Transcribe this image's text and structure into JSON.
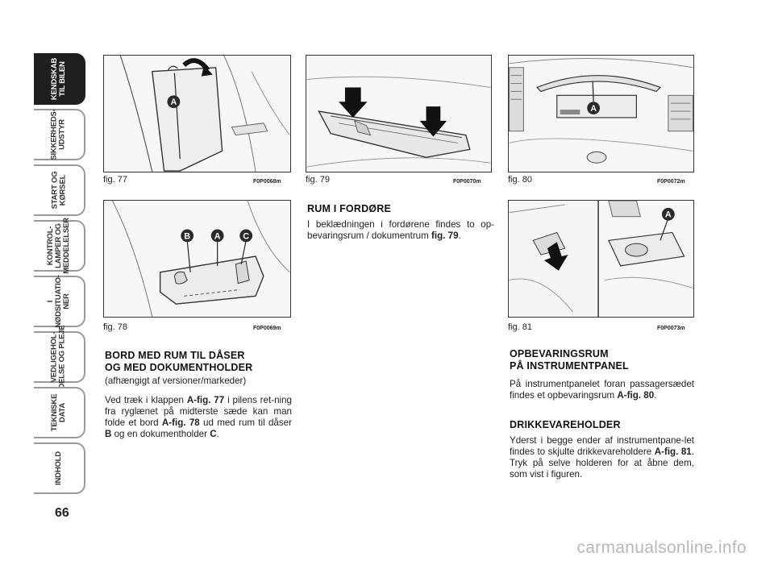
{
  "page_number": "66",
  "side_tabs": [
    {
      "label": "KENDSKAB\nTIL BILEN",
      "active": true
    },
    {
      "label": "SIKKERHEDS-\nUDSTYR",
      "active": false
    },
    {
      "label": "START OG\nKØRSEL",
      "active": false
    },
    {
      "label": "KONTROL-\nLAMPER OG\nMEDDELELSER",
      "active": false
    },
    {
      "label": "I\nNØDSITUATIO-\nNER",
      "active": false
    },
    {
      "label": "VEDLIGEHOL-\nDELSE OG PLEJE",
      "active": false
    },
    {
      "label": "TEKNISKE\nDATA",
      "active": false
    },
    {
      "label": "INDHOLD",
      "active": false
    }
  ],
  "figures": {
    "fig77": {
      "caption": "fig. 77",
      "code": "F0P0068m",
      "markers": [
        "A"
      ]
    },
    "fig78": {
      "caption": "fig. 78",
      "code": "F0P0069m",
      "markers": [
        "B",
        "A",
        "C"
      ]
    },
    "fig79": {
      "caption": "fig. 79",
      "code": "F0P0070m"
    },
    "fig80": {
      "caption": "fig. 80",
      "code": "F0P0072m",
      "markers": [
        "A"
      ]
    },
    "fig81": {
      "caption": "fig. 81",
      "code": "F0P0073m",
      "markers": [
        "A"
      ]
    }
  },
  "section_bord": {
    "title_line1": "BORD MED RUM TIL DÅSER",
    "title_line2": "OG MED DOKUMENTHOLDER",
    "subtitle": "(afhængigt af versioner/markeder)",
    "body_1": "Ved træk i klappen ",
    "ref_1": "A-fig. 77",
    "body_2": " i pilens ret-ning fra ryglænet på midterste sæde kan man folde et bord ",
    "ref_2": "A-fig. 78",
    "body_3": " ud med rum til dåser ",
    "ref_3": "B",
    "body_4": " og en dokumentholder ",
    "ref_4": "C",
    "body_5": "."
  },
  "section_rum": {
    "title": "RUM I FORDØRE",
    "body_1": "I beklædningen i fordørene findes to op-bevaringsrum / dokumentrum ",
    "ref_1": "fig. 79",
    "body_2": "."
  },
  "section_opbevaring": {
    "title_line1": "OPBEVARINGSRUM",
    "title_line2": "PÅ INSTRUMENTPANEL",
    "body_1": "På instrumentpanelet foran passagersædet findes et opbevaringsrum ",
    "ref_1": "A-fig. 80",
    "body_2": "."
  },
  "section_drikke": {
    "title": "DRIKKEVAREHOLDER",
    "body_1": "Yderst i begge ender af instrumentpane-let findes to skjulte drikkevareholdere ",
    "ref_1": "A-fig. 81",
    "body_2": ". Tryk på selve holderen for at åbne dem, som vist i figuren."
  },
  "watermark": "carmanualsonline.info",
  "colors": {
    "tab_active_bg": "#1f1f1f",
    "tab_border": "#9a9a9a",
    "marker_bg": "#2a2a2a"
  }
}
